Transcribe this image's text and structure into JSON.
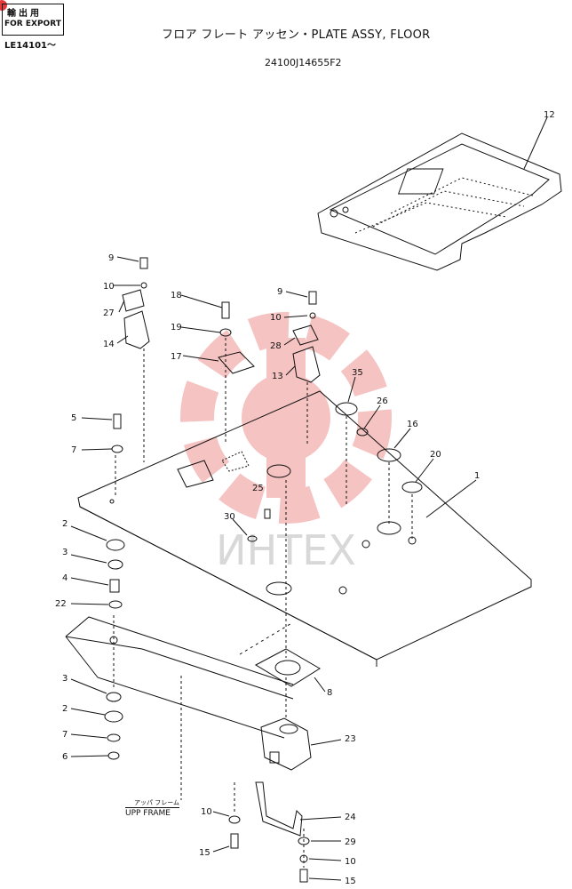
{
  "stamp": {
    "line1": "輸出用",
    "line2": "FOR EXPORT",
    "serial": "LE14101〜"
  },
  "title": "フロア フレート アッセン・PLATE ASSY, FLOOR",
  "part_number": "24100J14655F2",
  "frame_label": {
    "jp": "アッパ フレーム",
    "en": "UPP FRAME"
  },
  "watermark": {
    "text": "ИНТЕХ",
    "color": "#f2b0ae"
  },
  "callouts": [
    "12",
    "9",
    "10",
    "27",
    "14",
    "18",
    "19",
    "9",
    "10",
    "28",
    "17",
    "13",
    "35",
    "26",
    "16",
    "5",
    "7",
    "20",
    "1",
    "25",
    "30",
    "2",
    "3",
    "4",
    "22",
    "8",
    "3",
    "2",
    "7",
    "6",
    "23",
    "10",
    "24",
    "29",
    "15",
    "10",
    "15"
  ]
}
